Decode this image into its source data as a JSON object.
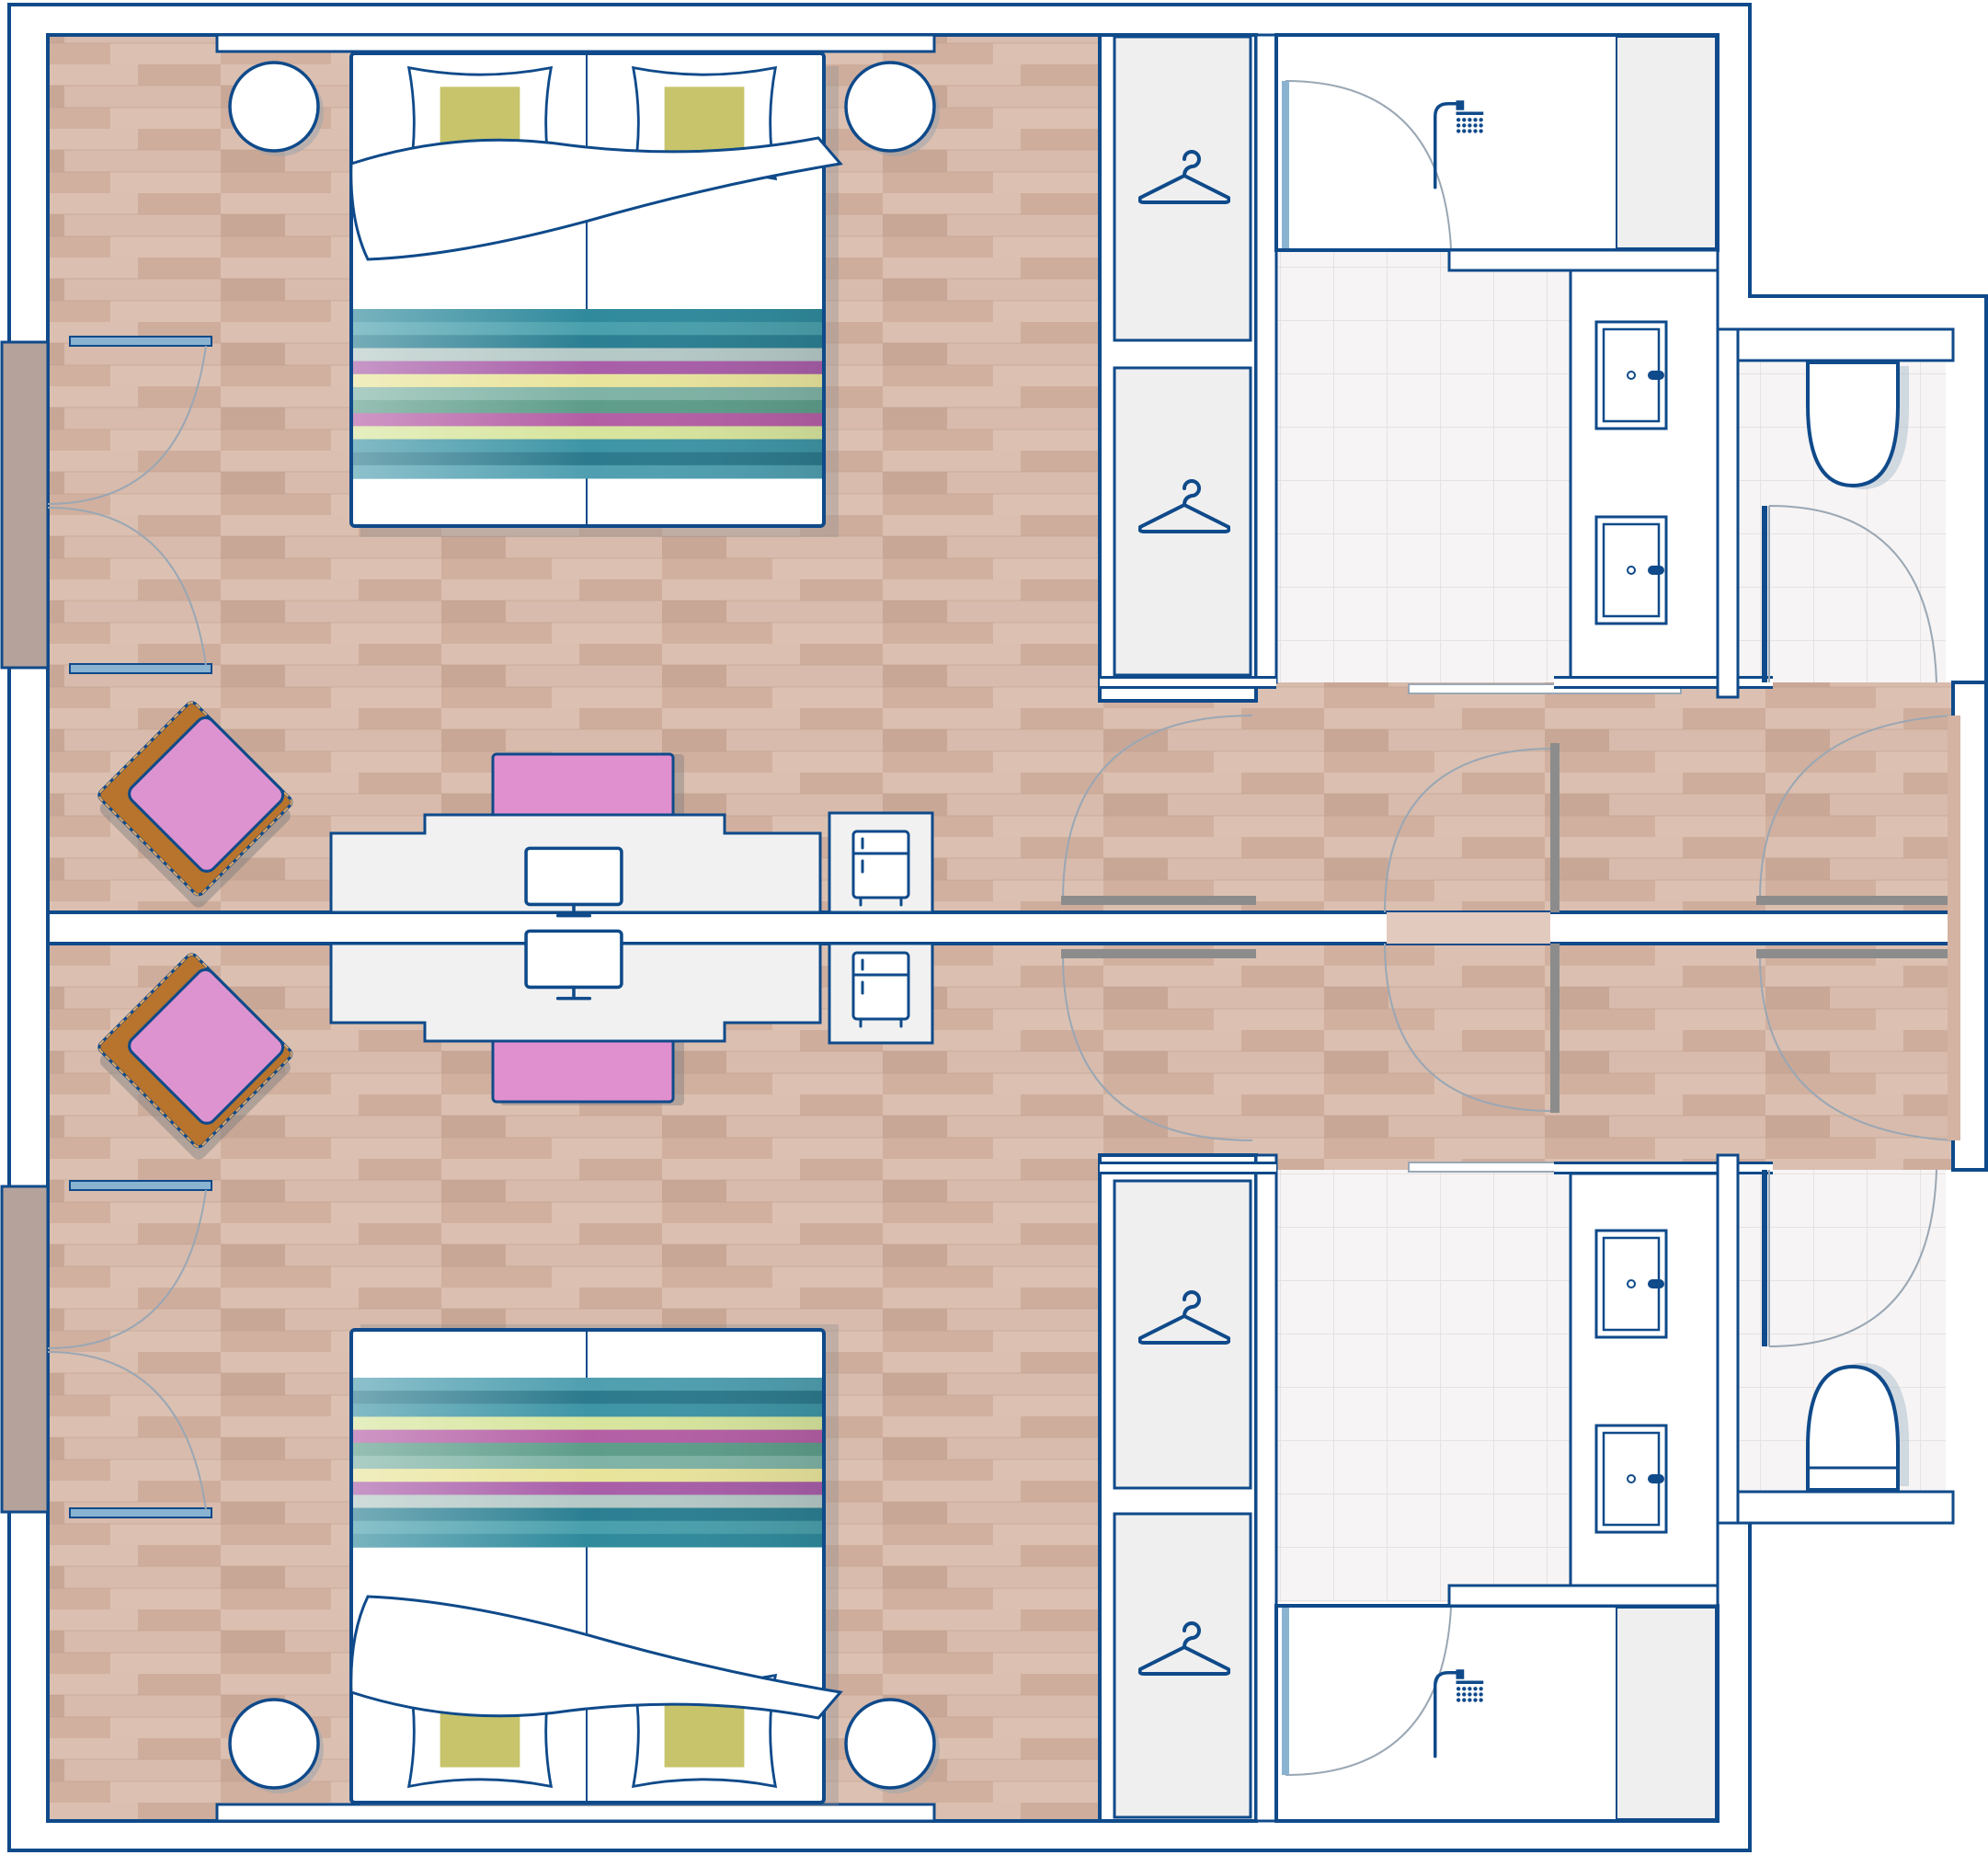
{
  "diagram": {
    "type": "hotel-room-floor-plan",
    "rooms": [
      {
        "id": "room-upper",
        "furniture": [
          "double-bed",
          "nightstand",
          "nightstand",
          "armchair",
          "desk",
          "monitor",
          "desk-chair",
          "minibar",
          "wardrobe",
          "wardrobe"
        ],
        "bathroom": [
          "shower",
          "double-sink",
          "toilet"
        ]
      },
      {
        "id": "room-lower",
        "furniture": [
          "double-bed",
          "nightstand",
          "nightstand",
          "armchair",
          "desk",
          "monitor",
          "desk-chair",
          "minibar",
          "wardrobe",
          "wardrobe"
        ],
        "bathroom": [
          "shower",
          "double-sink",
          "toilet"
        ]
      }
    ],
    "icons": [
      "hanger-icon",
      "shower-icon",
      "monitor-icon",
      "minibar-icon",
      "sink-icon",
      "toilet-icon"
    ]
  },
  "colors": {
    "wall": "#0f4a8a",
    "wall_fill": "#ffffff",
    "floor": "#d4b3a2",
    "floor_plank_light": "#dcc0b1",
    "floor_plank_dark": "#c8a696",
    "tile": "#f6f4f4",
    "closet": "#efefef",
    "pillow": "#c7c46b",
    "blanket": "#ffffff",
    "armchair_frame": "#b8742c",
    "armchair_seat": "#dd93d0",
    "desk_chair": "#e090cf",
    "desk": "#f1f1f1",
    "door_arc": "#9aa7b4",
    "window": "#89b3d1",
    "runner_stripes": [
      "#2f8a9c",
      "#4aa0ad",
      "#2b7f92",
      "#b5c9c6",
      "#a85ea8",
      "#e9e49c",
      "#7fb3a5",
      "#5e9d8a",
      "#b45fa5",
      "#d7e59d",
      "#3e95a6",
      "#2c7a8d",
      "#4f9fb0"
    ]
  }
}
